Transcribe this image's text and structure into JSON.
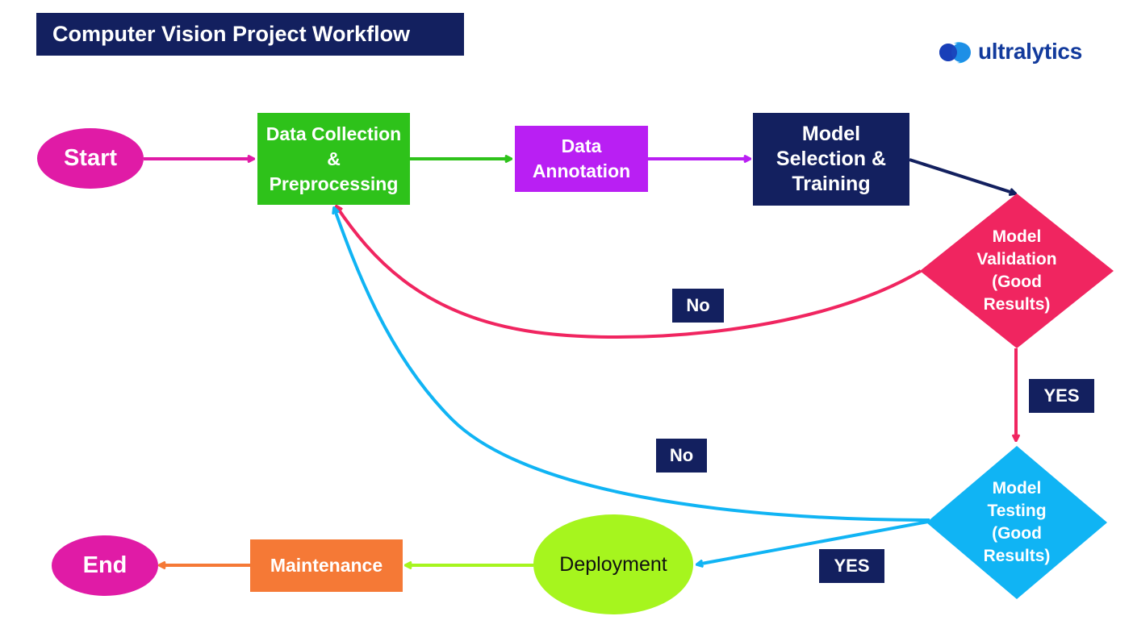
{
  "title": "Computer Vision Project Workflow",
  "logo": {
    "text": "ultralytics",
    "icon": "ultralytics-logo-icon"
  },
  "nodes": {
    "start": "Start",
    "data_collection": "Data Collection & Preprocessing",
    "data_annotation": "Data Annotation",
    "model_training": "Model Selection & Training",
    "model_validation": "Model Validation (Good Results)",
    "model_testing": "Model Testing (Good Results)",
    "deployment": "Deployment",
    "maintenance": "Maintenance",
    "end": "End"
  },
  "edge_labels": {
    "validation_no": "No",
    "validation_yes": "YES",
    "testing_no": "No",
    "testing_yes": "YES"
  },
  "colors": {
    "navy": "#13205f",
    "magenta": "#e01ba6",
    "green": "#2ec21a",
    "purple": "#b91ff3",
    "pink": "#f02560",
    "cyan": "#10b4f4",
    "lime": "#a6f51e",
    "orange": "#f57936"
  }
}
